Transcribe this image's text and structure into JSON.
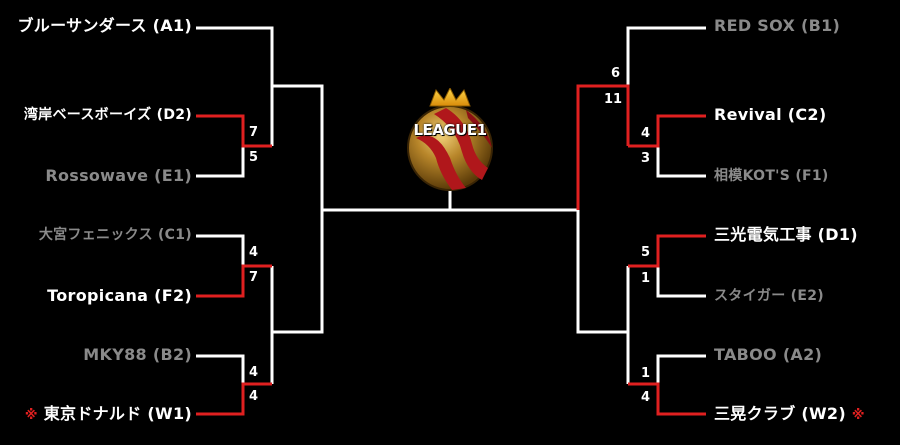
{
  "left_bracket": {
    "teams": [
      {
        "name": "ブルーサンダース (A1)",
        "status": "win"
      },
      {
        "name": "湾岸ベースボーイズ (D2)",
        "status": "win"
      },
      {
        "name": "Rossowave (E1)",
        "status": "lose"
      },
      {
        "name": "大宮フェニックス (C1)",
        "status": "lose"
      },
      {
        "name": "Toropicana (F2)",
        "status": "win"
      },
      {
        "name": "MKY88 (B2)",
        "status": "lose"
      },
      {
        "name": "東京ドナルド (W1)",
        "status": "win",
        "mark": "※"
      }
    ],
    "scores": {
      "r1_top": "7",
      "r1_bot": "5",
      "r2_top": "4",
      "r2_bot": "7",
      "r3_top": "4",
      "r3_bot": "4"
    }
  },
  "right_bracket": {
    "teams": [
      {
        "name": "RED SOX (B1)",
        "status": "lose"
      },
      {
        "name": "Revival (C2)",
        "status": "win"
      },
      {
        "name": "相模KOT'S (F1)",
        "status": "lose"
      },
      {
        "name": "三光電気工事 (D1)",
        "status": "win"
      },
      {
        "name": "スタイガー (E2)",
        "status": "lose"
      },
      {
        "name": "TABOO (A2)",
        "status": "lose"
      },
      {
        "name": "三晃クラブ (W2)",
        "status": "win",
        "mark": "※"
      }
    ],
    "scores": {
      "semi_top": "6",
      "semi_bot": "11",
      "r1_top": "4",
      "r1_bot": "3",
      "r2_top": "5",
      "r2_bot": "1",
      "r3_top": "1",
      "r3_bot": "4"
    }
  },
  "logo": {
    "text": "LEAGUE1"
  },
  "colors": {
    "background": "#000000",
    "line": "#ffffff",
    "winner_line": "#e02020",
    "winner_text": "#ffffff",
    "loser_text": "#8a8a8a"
  }
}
